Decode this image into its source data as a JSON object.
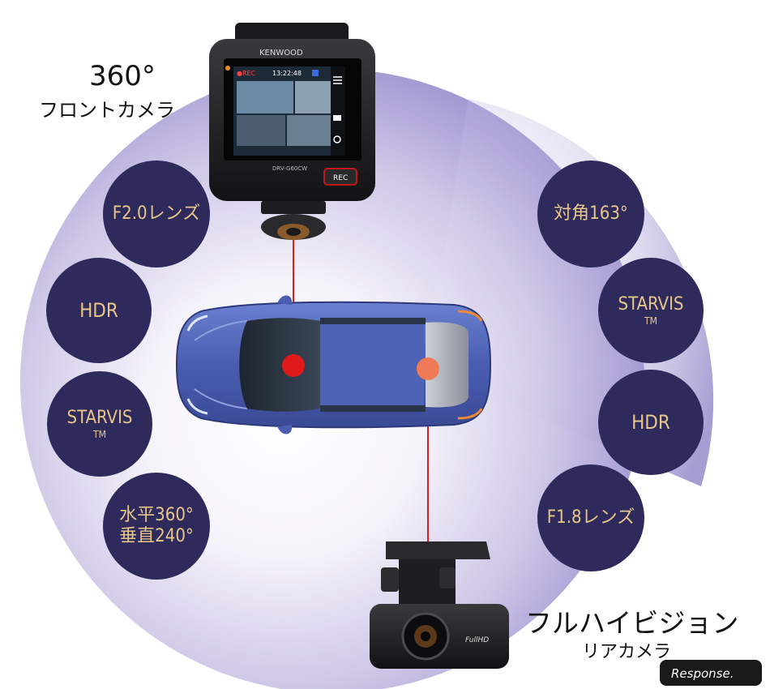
{
  "front": {
    "title_line1": "360°",
    "title_line2": "フロントカメラ",
    "brand": "KENWOOD",
    "model": "DRV-G60CW",
    "rec_button": "REC",
    "screen": {
      "rec_indicator": "●REC",
      "time": "13:22:48"
    }
  },
  "rear": {
    "title_line1": "フルハイビジョン",
    "title_line2": "リアカメラ",
    "logo": "FullHD"
  },
  "front_features": [
    {
      "line1": "F2.0レンズ",
      "line2": ""
    },
    {
      "line1": "HDR",
      "line2": ""
    },
    {
      "line1": "STARVIS",
      "tm": "TM"
    },
    {
      "line1": "水平360°",
      "line2": "垂直240°"
    }
  ],
  "rear_features": [
    {
      "line1": "対角163°"
    },
    {
      "line1": "STARVIS",
      "tm": "TM"
    },
    {
      "line1": "HDR"
    },
    {
      "line1": "F1.8レンズ"
    }
  ],
  "watermark": "Response.",
  "colors": {
    "badge_bg": "#2e2b5c",
    "badge_text": "#e8c58a",
    "car_body": "#4a5db0",
    "marker_red": "#e01a1a",
    "marker_orange": "#f07a55",
    "line_red": "#d42020"
  },
  "icons": [
    "menu-icon",
    "camera-icon",
    "playback-icon",
    "parking-icon",
    "signal-icon"
  ]
}
